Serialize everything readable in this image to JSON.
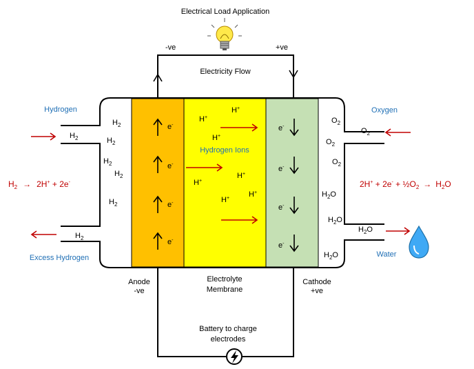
{
  "labels": {
    "title": "Electrical Load Application",
    "neg_terminal": "-ve",
    "pos_terminal": "+ve",
    "electricity_flow": "Electricity Flow",
    "hydrogen_in": "Hydrogen",
    "excess_hydrogen": "Excess Hydrogen",
    "oxygen_in": "Oxygen",
    "water_out": "Water",
    "hydrogen_ions": "Hydrogen Ions",
    "anode": "Anode",
    "anode_sign": "-ve",
    "electrolyte_line1": "Electrolyte",
    "electrolyte_line2": "Membrane",
    "cathode": "Cathode",
    "cathode_sign": "+ve",
    "battery_line1": "Battery to charge",
    "battery_line2": "electrodes"
  },
  "species": {
    "h": "H",
    "o": "O",
    "sub2": "2",
    "plus": "+",
    "minus": "-",
    "electron": "e",
    "water_tail": "O"
  },
  "equations": {
    "anode_lhs": "H",
    "anode_arrow": "→",
    "anode_rhs_a": "2H",
    "anode_rhs_b": " + 2e",
    "cathode_a": "2H",
    "cathode_b": " + 2e",
    "cathode_c": " + ½O",
    "cathode_arrow": "→",
    "cathode_rhs": "H",
    "cathode_rhs_o": "O"
  },
  "colors": {
    "anode": "#ffc000",
    "electrolyte": "#ffff00",
    "cathode": "#c5e0b4",
    "accent_red": "#c00000",
    "accent_blue": "#1f6fb5",
    "water_drop": "#3fa9f5"
  }
}
